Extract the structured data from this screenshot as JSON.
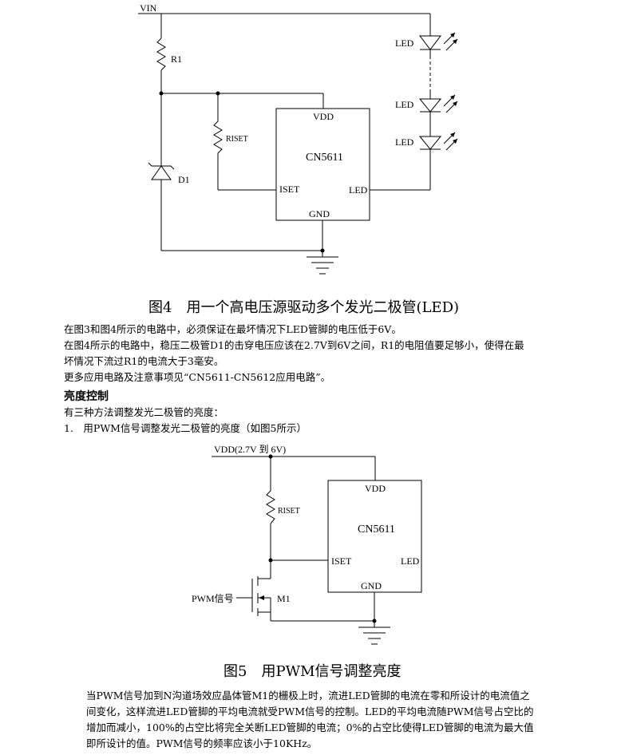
{
  "figure4": {
    "labels": {
      "vin": "VIN",
      "r1": "R1",
      "riset": "RISET",
      "d1": "D1",
      "vdd": "VDD",
      "chip": "CN5611",
      "iset": "ISET",
      "led_pin": "LED",
      "gnd": "GND",
      "led1": "LED",
      "led2": "LED",
      "led3": "LED"
    },
    "caption": "图4　用一个高电压源驱动多个发光二极管(LED)"
  },
  "text1": {
    "lines": [
      "在图3和图4所示的电路中，必须保证在最坏情况下LED管脚的电压低于6V。",
      "在图4所示的电路中，稳压二极管D1的击穿电压应该在2.7V到6V之间，R1的电阻值要足够小，使得在最",
      "坏情况下流过R1的电流大于3毫安。",
      "更多应用电路及注意事项见“CN5611-CN5612应用电路”。"
    ]
  },
  "section": {
    "heading": "亮度控制",
    "intro": "有三种方法调整发光二极管的亮度：",
    "item1": "1.　用PWM信号调整发光二极管的亮度（如图5所示）"
  },
  "figure5": {
    "labels": {
      "vdd_supply": "VDD(2.7V 到 6V)",
      "riset": "RISET",
      "vdd": "VDD",
      "chip": "CN5611",
      "iset": "ISET",
      "led_pin": "LED",
      "gnd": "GND",
      "pwm": "PWM信号",
      "m1": "M1"
    },
    "caption": "图5　用PWM信号调整亮度"
  },
  "text2": {
    "lines": [
      "当PWM信号加到N沟道场效应晶体管M1的栅极上时，流进LED管脚的电流在零和所设计的电流值之",
      "间变化，这样流进LED管脚的平均电流就受PWM信号的控制。LED的平均电流随PWM信号占空比的",
      "增加而减小，100%的占空比将完全关断LED管脚的电流；0%的占空比使得LED管脚的电流为最大值",
      "即所设计的值。PWM信号的频率应该小于10KHz。"
    ]
  }
}
